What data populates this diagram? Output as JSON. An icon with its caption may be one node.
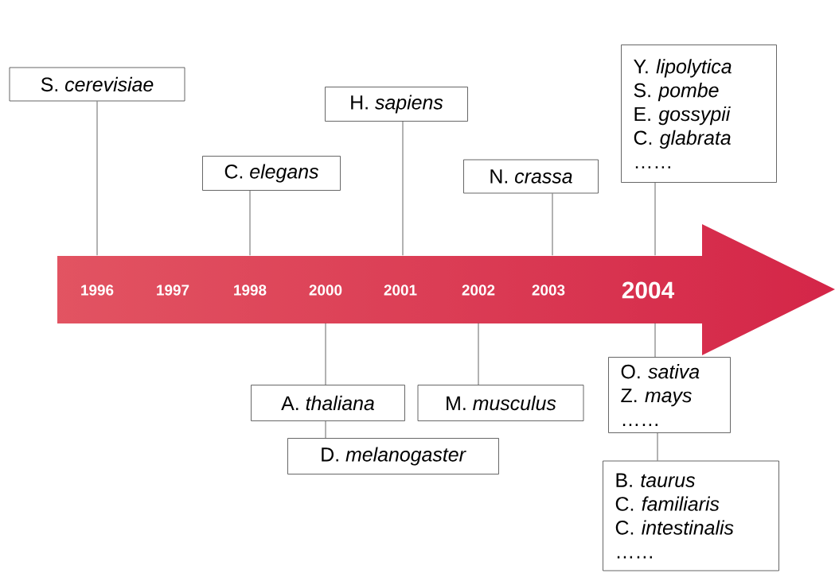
{
  "diagram": {
    "nodes": [
      {
        "text": [
          "1996",
          "1997",
          "1998",
          "2000",
          "2001",
          "2002",
          "2003",
          "2004"
        ]
      },
      {
        "text": [
          "S. *cerevisiae*"
        ]
      },
      {
        "text": [
          "C. *elegans*"
        ]
      },
      {
        "text": [
          "H. *sapiens*"
        ]
      },
      {
        "text": [
          "N. *crassa*"
        ]
      },
      {
        "text": [
          "Y. *lipolytica*",
          "S. *pombe*",
          "E. *gossypii*",
          "C. *glabrata*",
          "……"
        ]
      },
      {
        "text": [
          "A. *thaliana*"
        ]
      },
      {
        "text": [
          "D. *melanogaster*"
        ]
      },
      {
        "text": [
          "M. *musculus*"
        ]
      },
      {
        "text": [
          "O. *sativa*",
          "Z. *mays*",
          "……"
        ]
      },
      {
        "text": [
          "B. *taurus*",
          "C. *familiaris*",
          "C. *intestinalis*",
          "……"
        ]
      }
    ],
    "edges": [
      {
        "from": 1,
        "to": 0,
        "arrow": "none"
      },
      {
        "from": 2,
        "to": 0,
        "arrow": "none"
      },
      {
        "from": 3,
        "to": 0,
        "arrow": "none"
      },
      {
        "from": 4,
        "to": 0,
        "arrow": "none"
      },
      {
        "from": 5,
        "to": 0,
        "arrow": "none"
      },
      {
        "from": 0,
        "to": 6,
        "arrow": "none"
      },
      {
        "from": 6,
        "to": 7,
        "arrow": "none"
      },
      {
        "from": 0,
        "to": 8,
        "arrow": "none"
      },
      {
        "from": 0,
        "to": 9,
        "arrow": "none"
      },
      {
        "from": 9,
        "to": 10,
        "arrow": "none"
      }
    ]
  }
}
